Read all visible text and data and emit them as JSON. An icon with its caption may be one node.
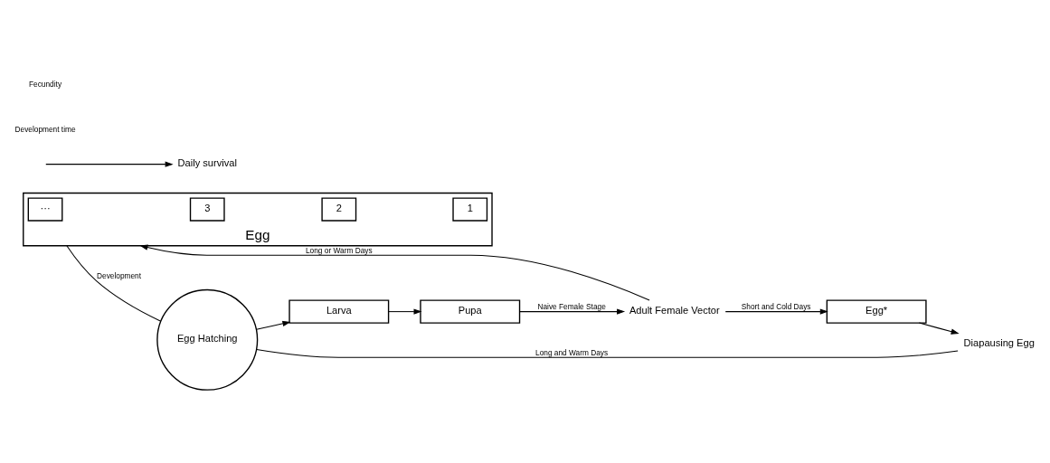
{
  "diagram": {
    "nodes": [
      {
        "text": [
          "Egg"
        ]
      },
      {
        "text": [
          "···"
        ],
        "in": 0
      },
      {
        "text": [
          "3"
        ],
        "in": 0
      },
      {
        "text": [
          "2"
        ],
        "in": 0
      },
      {
        "text": [
          "1"
        ],
        "in": 0
      },
      {
        "text": [
          "Egg Hatching"
        ]
      },
      {
        "text": [
          "Larva"
        ]
      },
      {
        "text": [
          "Pupa"
        ]
      },
      {
        "text": [
          "Adult Female Vector"
        ]
      },
      {
        "text": [
          "Egg*"
        ]
      },
      {
        "text": [
          "Diapausing Egg"
        ]
      },
      {
        "text": [
          "Daily survival"
        ]
      }
    ],
    "edges": [
      {
        "from": 0,
        "to": 5,
        "arrow": "none",
        "label": "Development"
      },
      {
        "from": 5,
        "to": 6,
        "arrow": "to"
      },
      {
        "from": 10,
        "to": 5,
        "arrow": "none",
        "label": "Long and Warm Days"
      },
      {
        "from": 6,
        "to": 7,
        "arrow": "to"
      },
      {
        "from": 7,
        "to": 8,
        "arrow": "to",
        "label": "Naive Female Stage"
      },
      {
        "from": 8,
        "to": 0,
        "arrow": "to",
        "label": "Long or Warm Days"
      },
      {
        "from": 8,
        "to": 9,
        "arrow": "to",
        "label": "Short and Cold Days"
      },
      {
        "from": 9,
        "to": 10,
        "arrow": "to"
      },
      {
        "from": null,
        "to": 11,
        "arrow": "to"
      }
    ],
    "labels": [
      "Development time",
      "Fecundity"
    ]
  }
}
